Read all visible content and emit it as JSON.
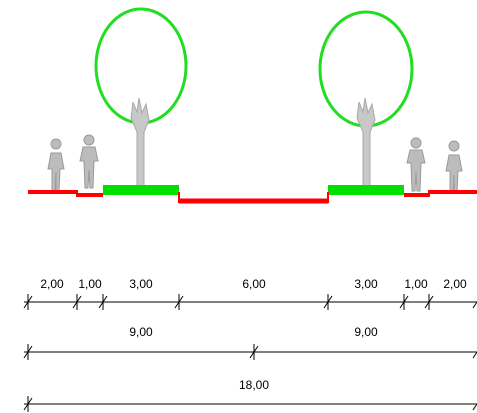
{
  "colors": {
    "sidewalk": "#ff0000",
    "planting_strip": "#00e000",
    "roadway": "#ff0000",
    "tree_canopy": "#22dd22",
    "figure": "#b4b4b4",
    "dimension_line": "#000000"
  },
  "icons": {
    "pedestrian": "person-icon",
    "tree": "tree-icon"
  },
  "dimensions": {
    "row1": [
      "2,00",
      "1,00",
      "3,00",
      "6,00",
      "3,00",
      "1,00",
      "2,00"
    ],
    "row2": [
      "9,00",
      "9,00"
    ],
    "row3": [
      "18,00"
    ]
  }
}
